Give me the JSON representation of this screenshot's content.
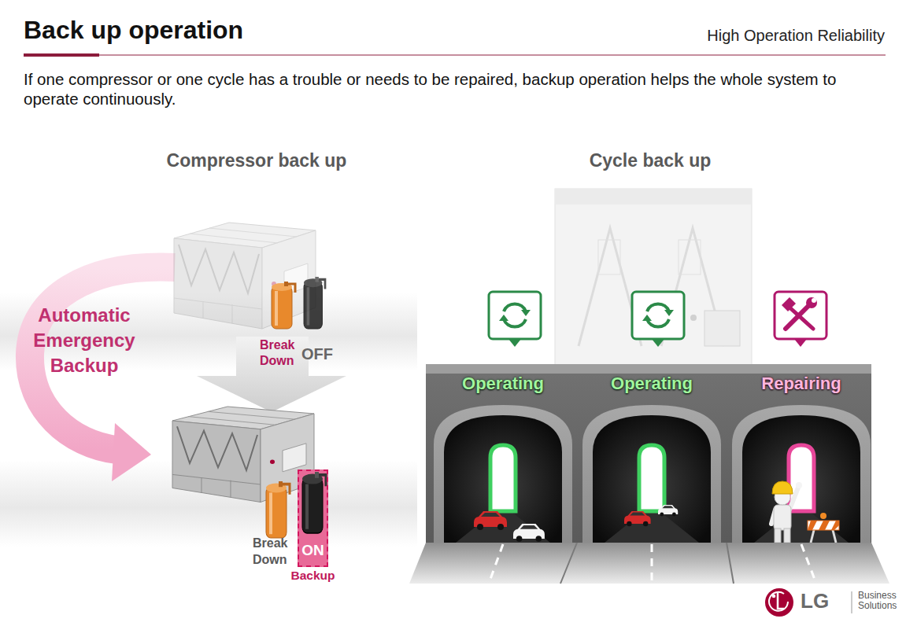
{
  "diagram": {
    "title": "Back up operation",
    "nodes": [
      {
        "text": [
          "ON",
          "Backup"
        ]
      },
      {
        "text": [
          "Operating",
          "Operating",
          "Repairing"
        ]
      }
    ],
    "labels": [
      "High Operation Reliability",
      "If one compressor or one cycle has a trouble or needs to be repaired, backup operation helps the whole system to operate continuously.",
      "Compressor back up",
      "Cycle back up",
      "Automatic Emergency Backup",
      "Break Down",
      "OFF",
      "Break Down",
      "LG",
      "Business Solutions"
    ]
  }
}
